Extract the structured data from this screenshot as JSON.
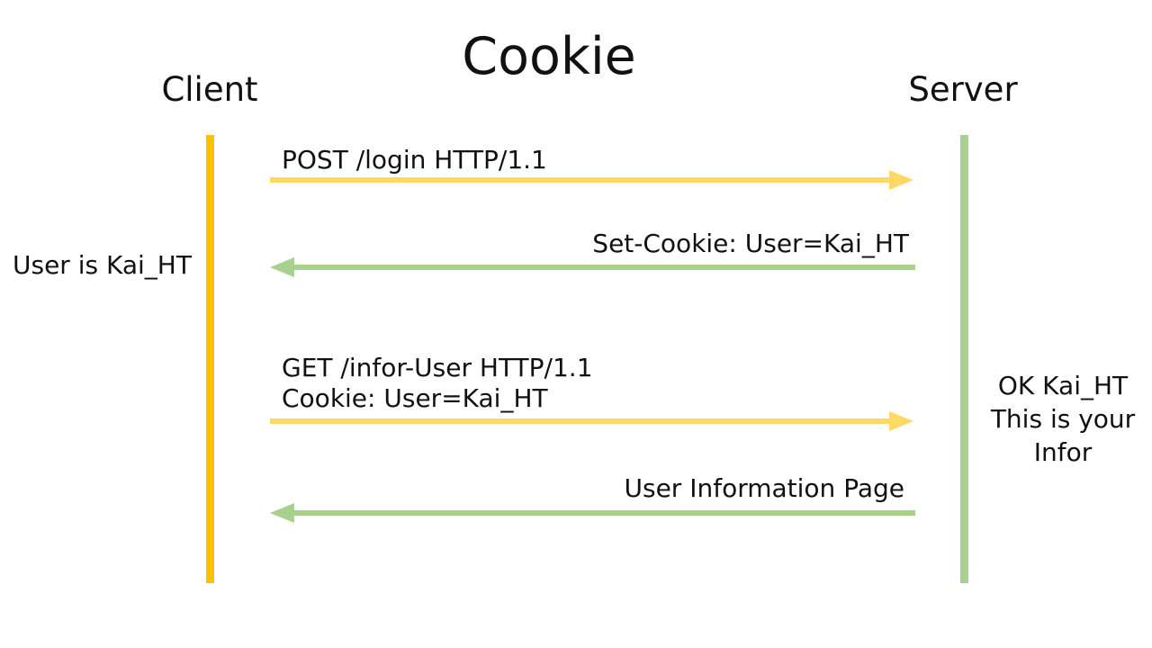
{
  "title": "Cookie",
  "actors": {
    "client": {
      "label": "Client"
    },
    "server": {
      "label": "Server"
    }
  },
  "messages": [
    {
      "id": "post-login",
      "label": "POST /login HTTP/1.1",
      "from": "client",
      "to": "server",
      "arrow_color": "#FFD966"
    },
    {
      "id": "set-cookie",
      "label": "Set-Cookie: User=Kai_HT",
      "from": "server",
      "to": "client",
      "arrow_color": "#A9D18E"
    },
    {
      "id": "get-infor",
      "label": "GET /infor-User HTTP/1.1",
      "label2": "Cookie: User=Kai_HT",
      "from": "client",
      "to": "server",
      "arrow_color": "#FFD966"
    },
    {
      "id": "user-info-page",
      "label": "User Information Page",
      "from": "server",
      "to": "client",
      "arrow_color": "#A9D18E"
    }
  ],
  "notes": {
    "client": "User is Kai_HT",
    "server": [
      "OK Kai_HT",
      "This is your",
      "Infor"
    ]
  },
  "colors": {
    "client_lifeline": "#FFC000",
    "server_lifeline": "#A9D18E",
    "request_arrow": "#FFD966",
    "response_arrow": "#A9D18E",
    "text": "#111111"
  }
}
